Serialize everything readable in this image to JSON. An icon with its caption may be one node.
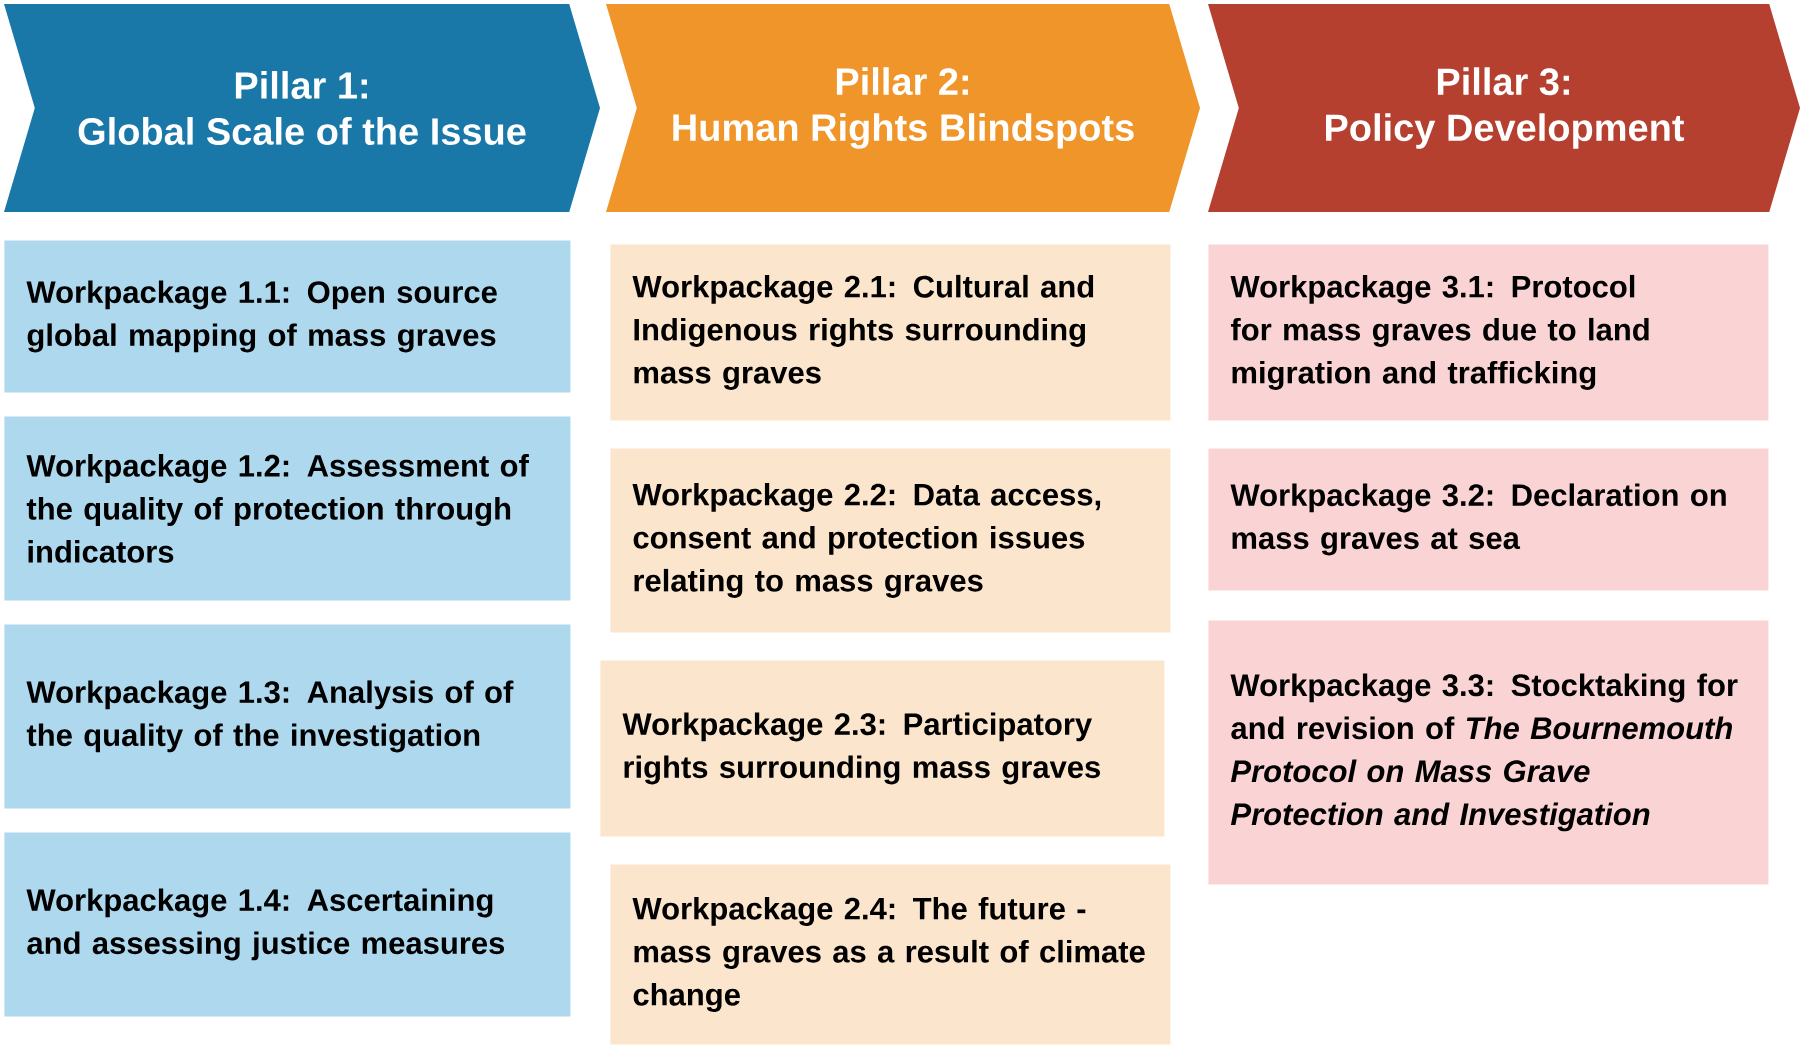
{
  "diagram": {
    "nodes": [
      {
        "text": [
          "Pillar 1:",
          "Global Scale of the Issue"
        ]
      },
      {
        "text": [
          "Pillar 2:",
          "Human Rights Blindspots"
        ]
      },
      {
        "text": [
          "Pillar 3:",
          "Policy Development"
        ]
      },
      {
        "text": [
          "Workpackage 1.1: Open source global mapping of mass graves"
        ]
      },
      {
        "text": [
          "Workpackage 1.2: Assessment of the quality of protection through indicators"
        ]
      },
      {
        "text": [
          "Workpackage 1.3: Analysis of of the quality of the investigation"
        ]
      },
      {
        "text": [
          "Workpackage 1.4: Ascertaining and assessing justice measures"
        ]
      },
      {
        "text": [
          "Workpackage 2.1: Cultural and Indigenous rights surrounding mass graves"
        ]
      },
      {
        "text": [
          "Workpackage 2.2: Data access, consent and protection issues relating to mass graves"
        ]
      },
      {
        "text": [
          "Workpackage 2.3: Participatory rights surrounding mass graves"
        ]
      },
      {
        "text": [
          "Workpackage 2.4: The future - mass graves as a result of climate change"
        ]
      },
      {
        "text": [
          "Workpackage 3.1: Protocol for mass graves due to land migration and trafficking"
        ]
      },
      {
        "text": [
          "Workpackage 3.2: Declaration on mass graves at sea"
        ]
      },
      {
        "text": [
          "Workpackage 3.3: Stocktaking for and revision of *The Bournemouth Protocol on Mass Grave Protection and Investigation*"
        ]
      }
    ]
  }
}
